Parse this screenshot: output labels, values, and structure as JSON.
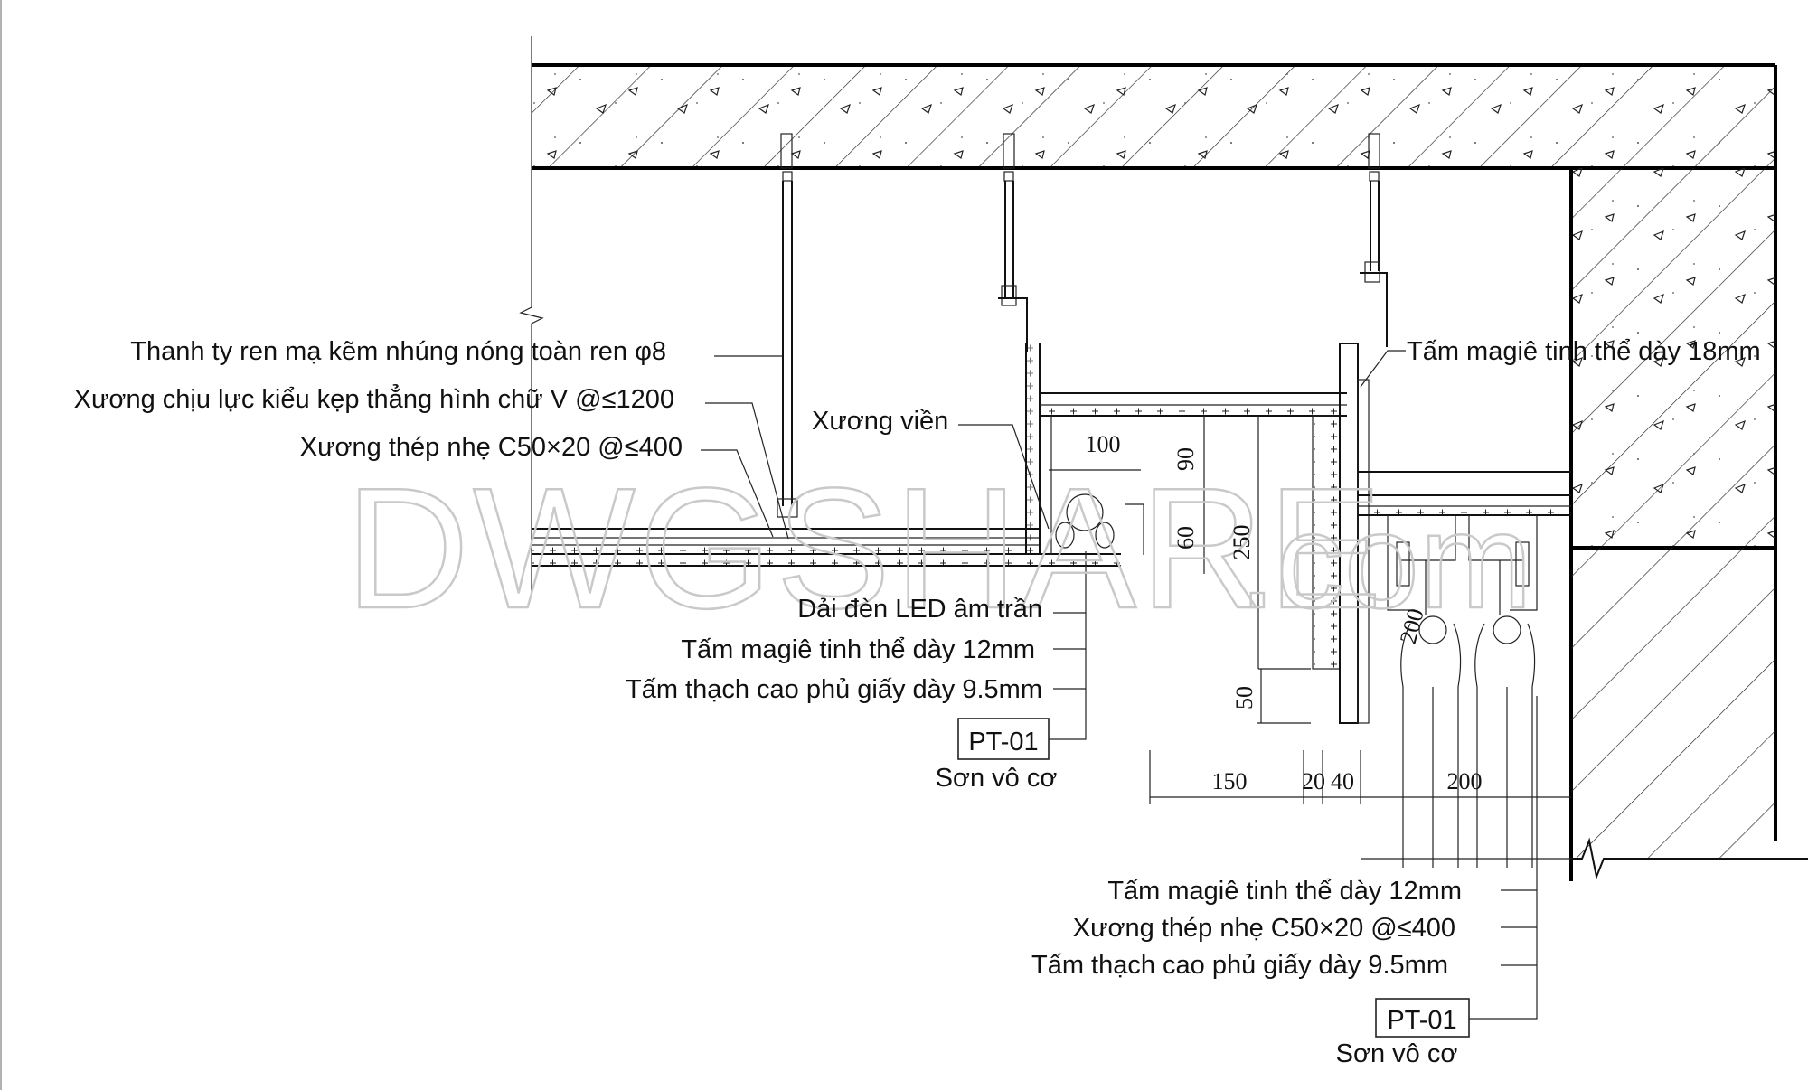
{
  "drawing": {
    "type": "ceiling section detail with curtain pocket",
    "watermark": {
      "main": "DWGSHARE",
      "suffix": ".com"
    },
    "colors": {
      "ink": "#111111",
      "background": "#ffffff",
      "watermark": "#c9c9c9"
    }
  },
  "labels_left": {
    "rod": "Thanh ty ren mạ kẽm nhúng nóng toàn ren φ8",
    "main_carrier": "Xương chịu lực kiểu kẹp thẳng hình chữ V @≤1200",
    "c_channel": "Xương thép nhẹ C50×20 @≤400",
    "edge_frame": "Xương viền"
  },
  "label_right_top": {
    "board_18": "Tấm magiê tinh thể dày 18mm"
  },
  "labels_bottom_left": {
    "led": "Dải đèn LED âm trần",
    "board_12": "Tấm magiê tinh thể dày 12mm",
    "gypsum": "Tấm thạch cao phủ giấy dày 9.5mm",
    "tag": "PT-01",
    "paint": "Sơn vô cơ"
  },
  "labels_bottom_right": {
    "board_12": "Tấm magiê tinh thể dày 12mm",
    "c_channel": "Xương thép nhẹ C50×20 @≤400",
    "gypsum": "Tấm thạch cao phủ giấy dày 9.5mm",
    "tag": "PT-01",
    "paint": "Sơn vô cơ"
  },
  "dimensions": {
    "led_width": "100",
    "cove_upper": "90",
    "cove_lower": "60",
    "pocket_depth": "250",
    "drop_lip": "50",
    "curtain_gap": "200",
    "bottom": [
      "150",
      "20",
      "40",
      "200"
    ]
  }
}
